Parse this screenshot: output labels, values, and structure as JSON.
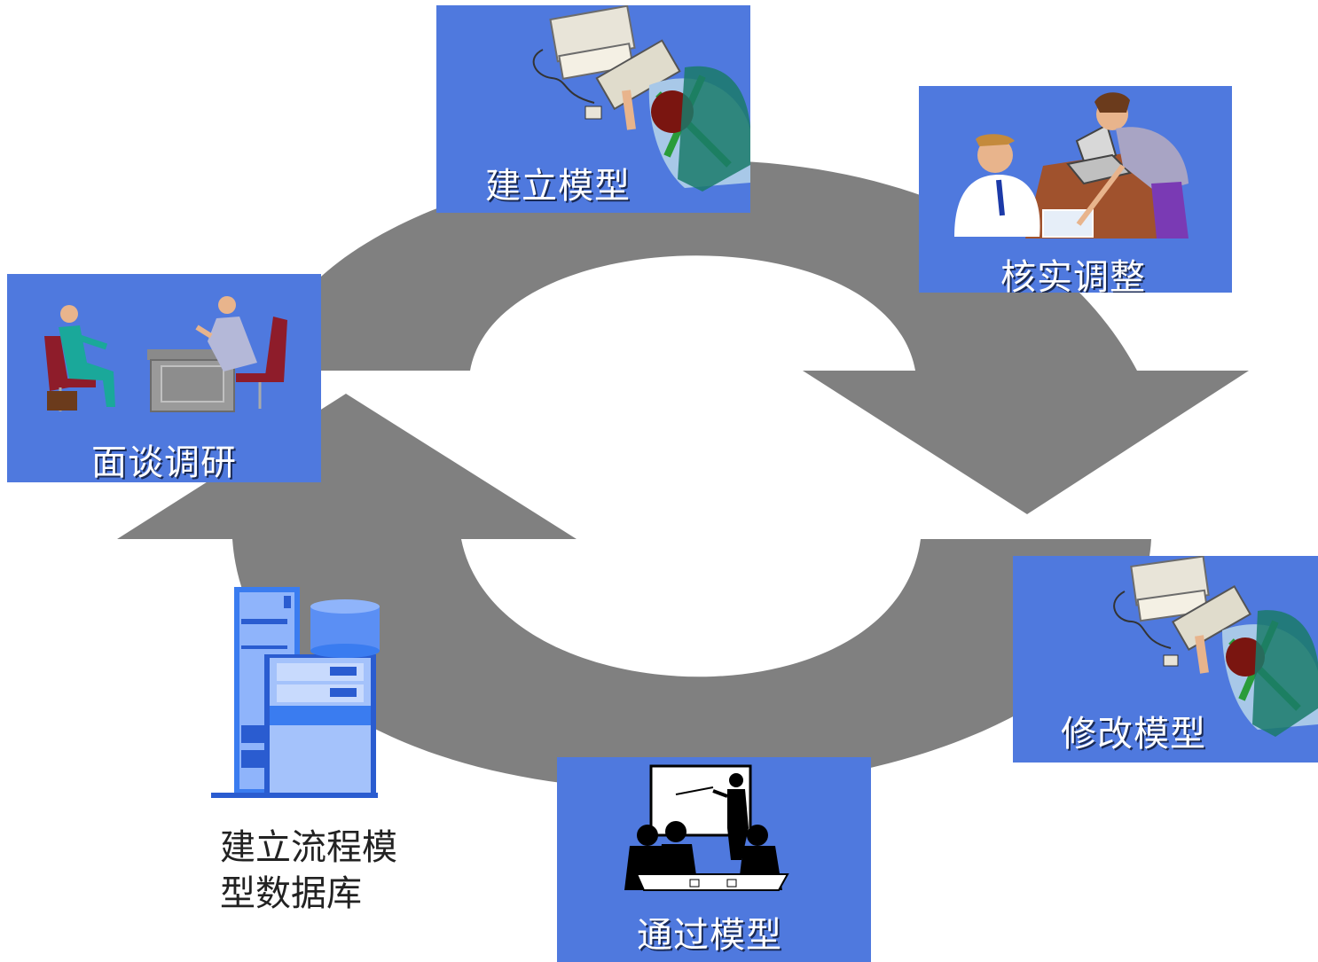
{
  "steps": {
    "interview": {
      "label": "面谈调研"
    },
    "build": {
      "label": "建立模型"
    },
    "verify": {
      "label": "核实调整"
    },
    "modify": {
      "label": "修改模型"
    },
    "pass": {
      "label": "通过模型"
    }
  },
  "database": {
    "caption_line1": "建立流程模",
    "caption_line2": "型数据库"
  },
  "colors": {
    "card": "#4f79de",
    "arrow": "#808080",
    "label_text": "#ffffff"
  }
}
